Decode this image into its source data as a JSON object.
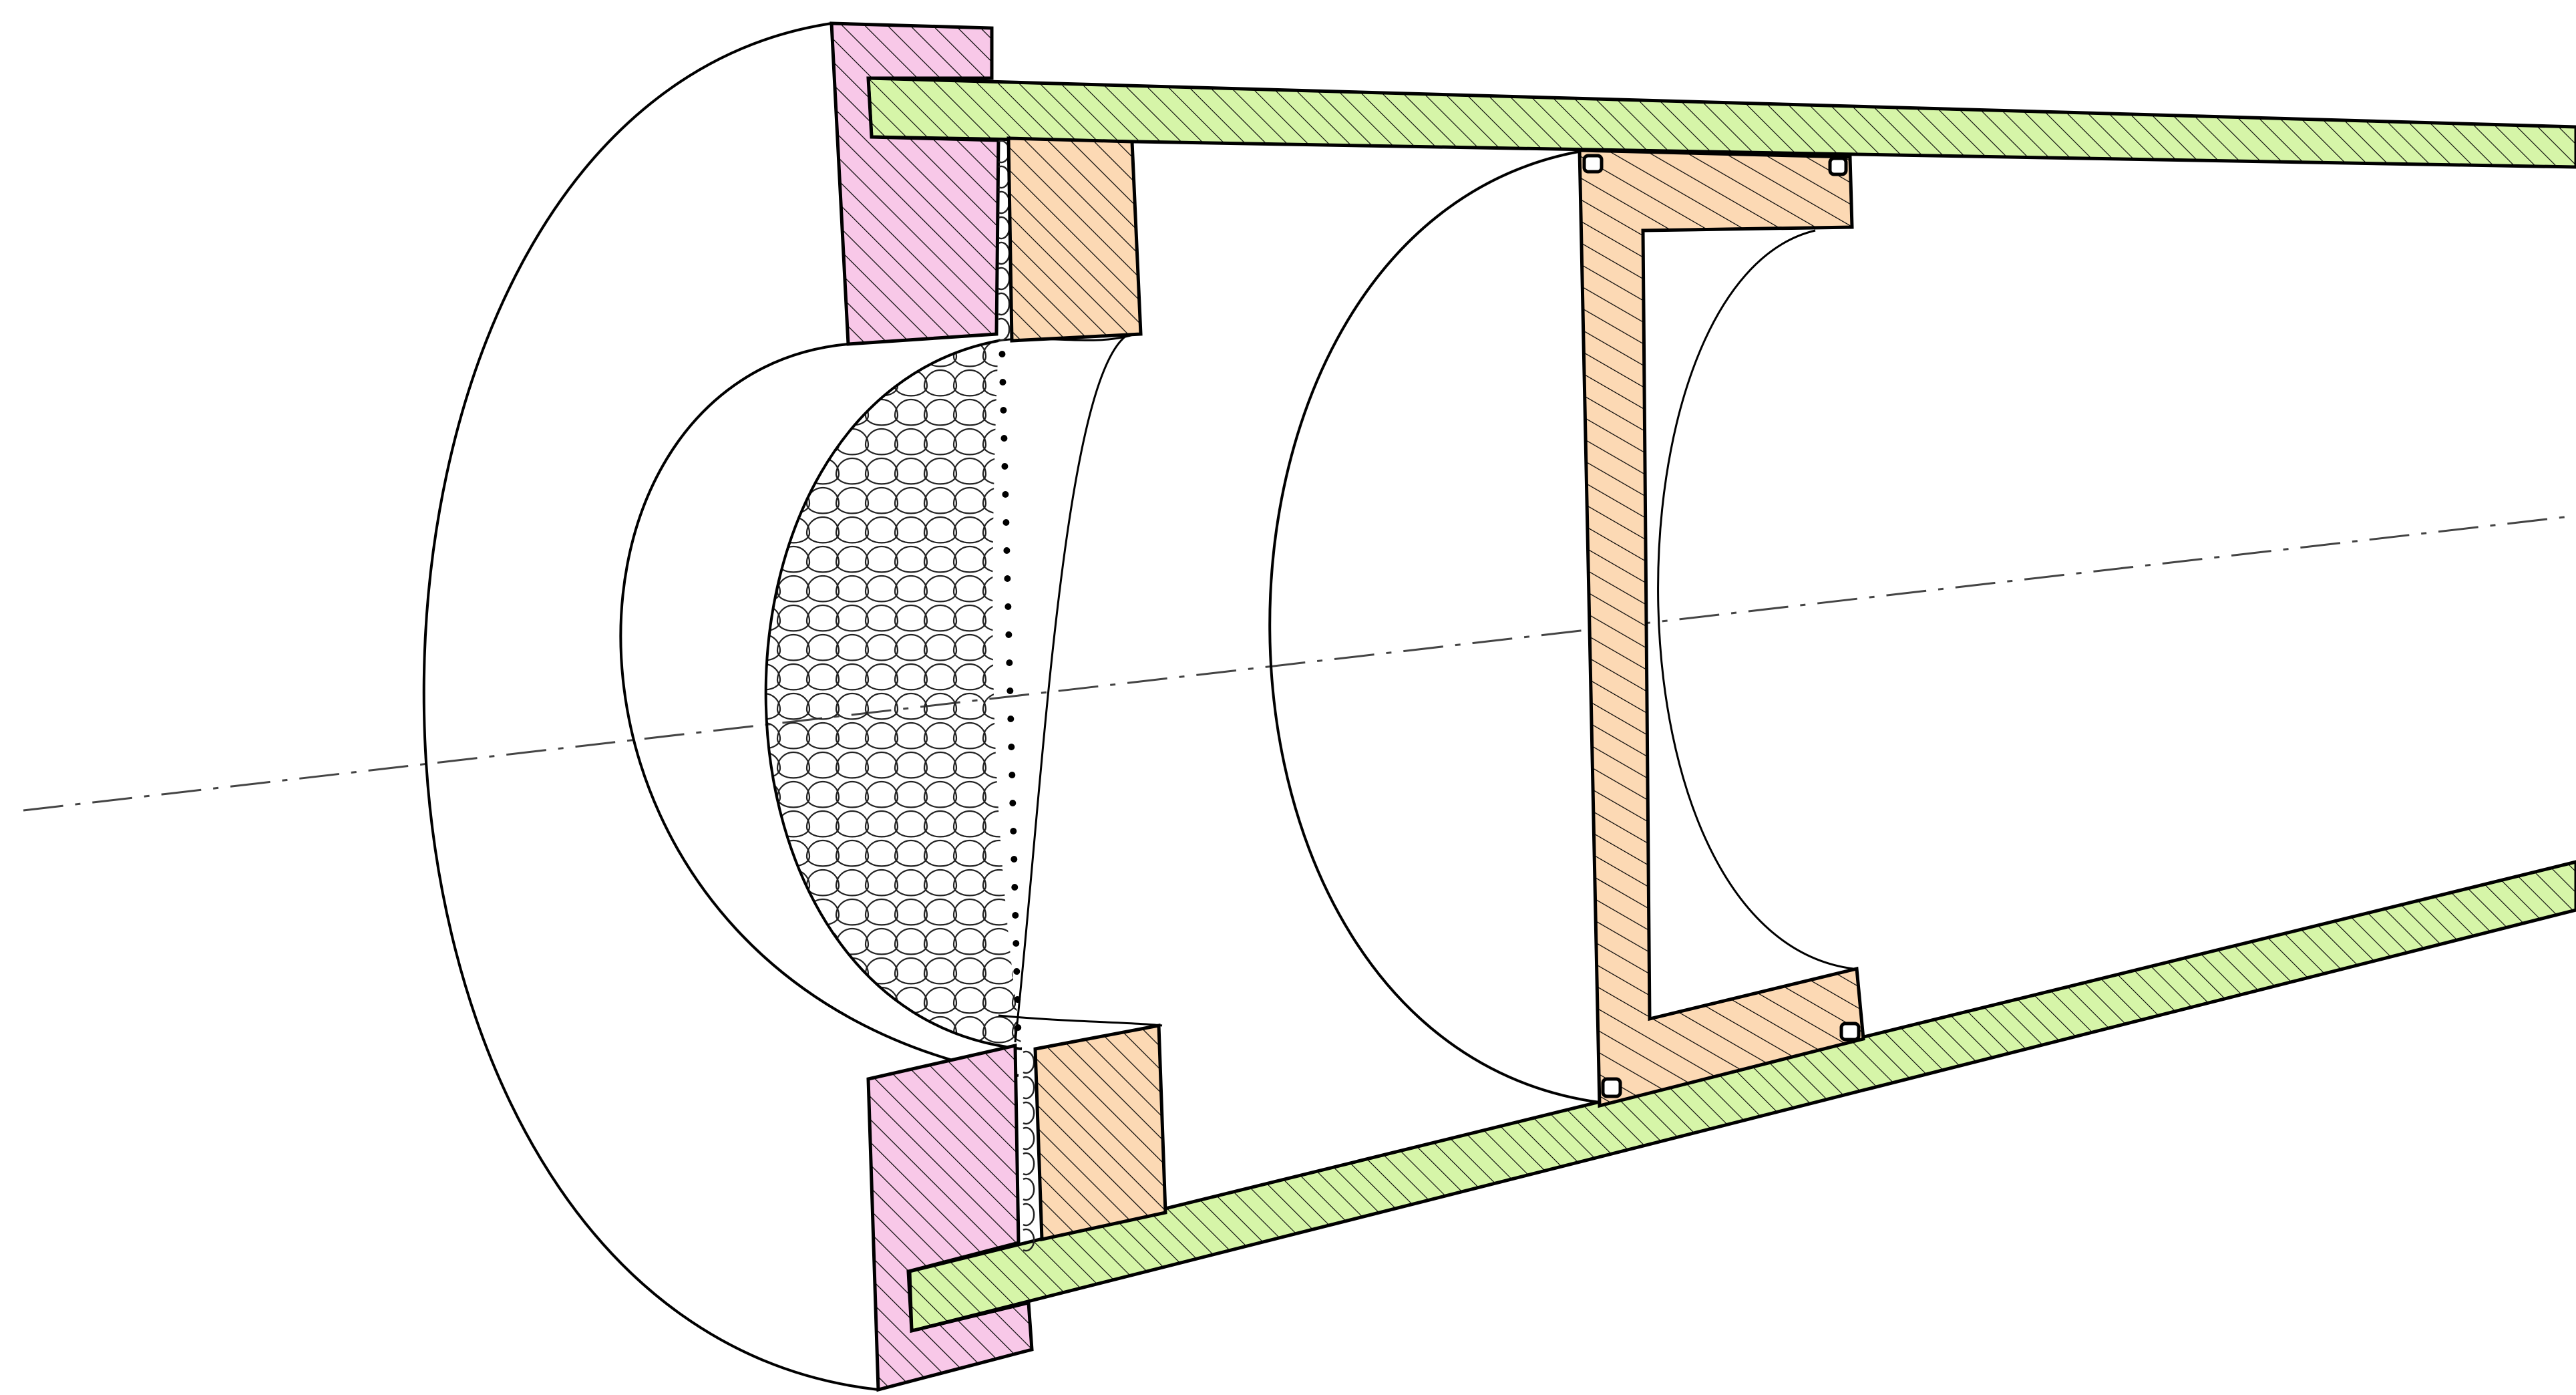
{
  "diagram": {
    "kind": "cross-section drawing",
    "text_labels": [],
    "colors": {
      "background": "#ffffff",
      "outline": "#000000",
      "pink_part": "#f8c8e8",
      "orange_part": "#fcd9b4",
      "green_tube": "#d6f5a8",
      "hatch": "#000000",
      "centerline": "#444444"
    },
    "parts": [
      {
        "id": "pink-flange",
        "fill": "pink_part",
        "hatched": true
      },
      {
        "id": "orange-ring",
        "fill": "orange_part",
        "hatched": true
      },
      {
        "id": "green-tube",
        "fill": "green_tube",
        "hatched": true
      },
      {
        "id": "orange-bracket",
        "fill": "orange_part",
        "hatched": true
      },
      {
        "id": "coil-mesh",
        "fill": "none",
        "hatched": false
      },
      {
        "id": "center-axis",
        "line_style": "dash-dot"
      }
    ]
  }
}
